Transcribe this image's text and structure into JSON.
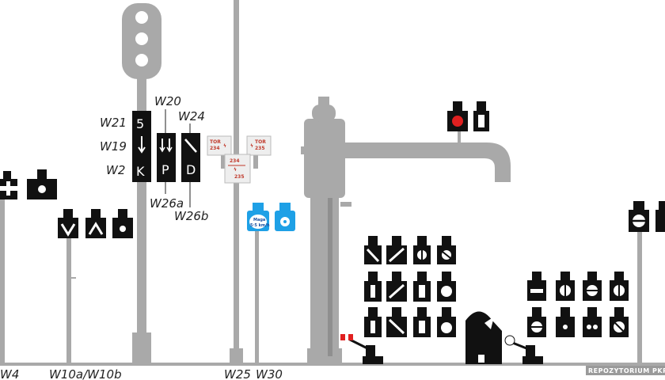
{
  "labels": {
    "w4": "W4",
    "w10": "W10a/W10b",
    "w25": "W25",
    "w30": "W30",
    "w21": "W21",
    "w19": "W19",
    "w2": "W2",
    "w20": "W20",
    "w24": "W24",
    "w26a": "W26a",
    "w26b": "W26b"
  },
  "signal_letters": {
    "top": "5",
    "bottom": "K",
    "p": "P",
    "d": "D"
  },
  "board_text": {
    "left": "TOR 234",
    "right": "TOR 235",
    "center_top": "234",
    "center_bottom": "235"
  },
  "w30_sign": {
    "line1": "Maga",
    "line2": "5·5 km/h"
  },
  "watermark": "REPOZYTORIUM PKP",
  "colors": {
    "post_gray": "#a9a9a9",
    "signal_black": "#111111",
    "w30_blue": "#1ea0e6",
    "lamp_red": "#e02020",
    "board_red": "#c0392b"
  }
}
